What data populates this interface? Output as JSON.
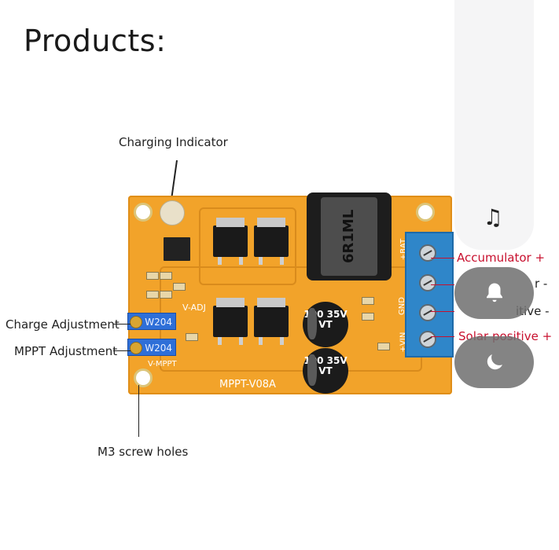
{
  "page": {
    "title": "Products:"
  },
  "callouts": {
    "charging_indicator": "Charging Indicator",
    "charge_adjustment": "Charge Adjustment",
    "mppt_adjustment": "MPPT Adjustment",
    "m3_screw_holes": "M3 screw holes",
    "accumulator_plus": "Accumulator +",
    "battery_minus_partial": "r -",
    "solar_negative_partial": "itive -",
    "solar_positive_partial": "Solar positive +"
  },
  "board": {
    "model_silkscreen": "MPPT-V08A",
    "pot_label_1": "W204",
    "pot_label_2": "W204",
    "cap_label_1": "100 35V VT",
    "cap_label_2": "100 35V VT",
    "inductor_label": "6R1ML",
    "vadj_label": "V-ADJ",
    "vmppt_label": "V-MPPT",
    "terminal_bat": "+BAT",
    "terminal_gnd": "GND",
    "terminal_vin": "+VIN"
  },
  "control_center": {
    "music_icon": "music-note-icon",
    "bell_icon": "bell-icon",
    "moon_icon": "moon-icon"
  },
  "colors": {
    "board": "#f2a32a",
    "callout_red": "#c8102e",
    "terminal_blue": "#2f86c9"
  }
}
